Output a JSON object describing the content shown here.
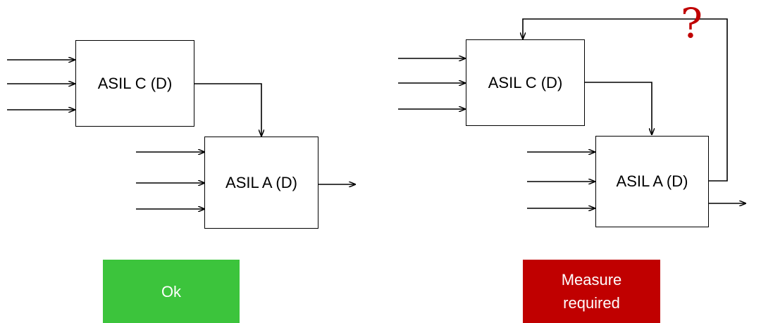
{
  "left_diagram": {
    "box_top_label": "ASIL C (D)",
    "box_bottom_label": "ASIL A (D)",
    "status": {
      "label": "Ok",
      "color": "#3cc43c"
    }
  },
  "right_diagram": {
    "box_top_label": "ASIL C (D)",
    "box_bottom_label": "ASIL A (D)",
    "feedback_mark": "?",
    "feedback_mark_color": "#c00000",
    "status": {
      "line1": "Measure",
      "line2": "required",
      "color": "#c00000"
    }
  }
}
